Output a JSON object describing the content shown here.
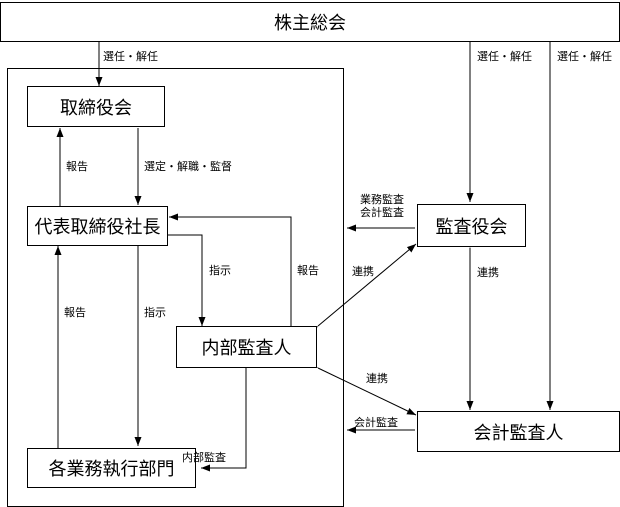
{
  "nodes": {
    "shareholders": "株主総会",
    "board": "取締役会",
    "president": "代表取締役社長",
    "internal_audit": "内部監査人",
    "departments": "各業務執行部門",
    "auditors_board": "監査役会",
    "accounting_auditor": "会計監査人"
  },
  "labels": {
    "appoint_1": "選任・解任",
    "appoint_2": "選任・解任",
    "appoint_3": "選任・解任",
    "report_board": "報告",
    "select_supervise": "選定・解職・監督",
    "instruct_internal": "指示",
    "report_internal": "報告",
    "report_depts": "報告",
    "instruct_depts": "指示",
    "internal_audit_depts": "内部監査",
    "biz_audit_1": "業務監査",
    "biz_audit_2": "会計監査",
    "cooperate_1": "連携",
    "cooperate_2": "連携",
    "cooperate_3": "連携",
    "accounting_audit": "会計監査"
  },
  "colors": {
    "line": "#000000",
    "background": "#ffffff"
  }
}
